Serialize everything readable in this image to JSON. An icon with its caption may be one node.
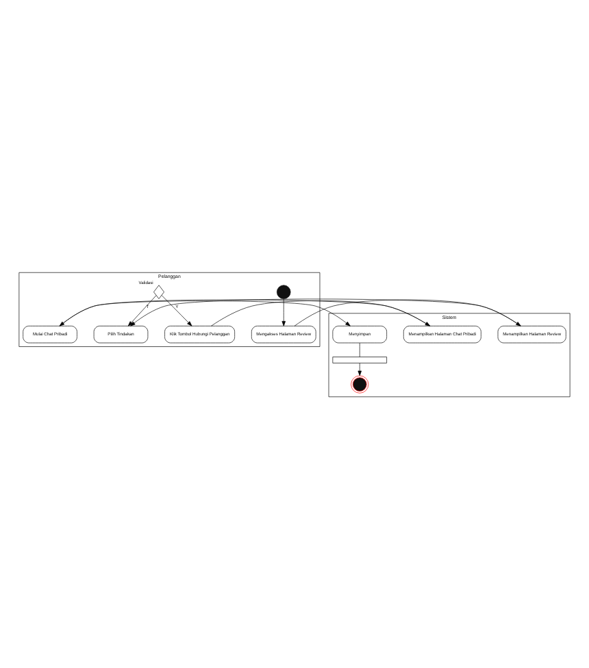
{
  "diagram": {
    "nodes": [
      {
        "text": [
          "Pelanggan"
        ]
      },
      {
        "text": [
          "Sistem"
        ]
      },
      {
        "text": [],
        "shape": "circle",
        "in": 0
      },
      {
        "text": [
          "Mengakses Halaman Review"
        ],
        "in": 0
      },
      {
        "text": [
          "Menampilkan Halaman Review"
        ],
        "in": 1
      },
      {
        "text": [
          "Pilih Tindakan"
        ],
        "in": 0
      },
      {
        "text": [],
        "shape": "diamond",
        "beside": [
          "Validasi"
        ],
        "in": 0
      },
      {
        "text": [
          "Klik Tombol Hubungi Pelanggan"
        ],
        "in": 0
      },
      {
        "text": [
          "Menampilkan Halaman Chat Pribadi"
        ],
        "in": 1
      },
      {
        "text": [
          "Mulai Chat Pribadi"
        ],
        "in": 0
      },
      {
        "text": [
          "Menyimpan"
        ],
        "in": 1
      },
      {
        "text": [],
        "shape": "bar",
        "in": 1
      },
      {
        "text": [],
        "shape": "circle",
        "in": 1
      }
    ],
    "edges": [
      {
        "from": 2,
        "to": 3,
        "arrow": "to"
      },
      {
        "from": 3,
        "to": 4,
        "arrow": "to"
      },
      {
        "from": 4,
        "to": 5,
        "arrow": "to"
      },
      {
        "from": 6,
        "to": 5,
        "label": "T",
        "arrow": "to"
      },
      {
        "from": 6,
        "to": 7,
        "label": "Y",
        "arrow": "to"
      },
      {
        "from": 7,
        "to": 8,
        "arrow": "to"
      },
      {
        "from": 8,
        "to": 9,
        "arrow": "to"
      },
      {
        "from": 9,
        "to": 10,
        "arrow": "to"
      },
      {
        "from": 10,
        "to": 11,
        "arrow": "none"
      },
      {
        "from": 11,
        "to": 12,
        "arrow": "to"
      }
    ]
  }
}
